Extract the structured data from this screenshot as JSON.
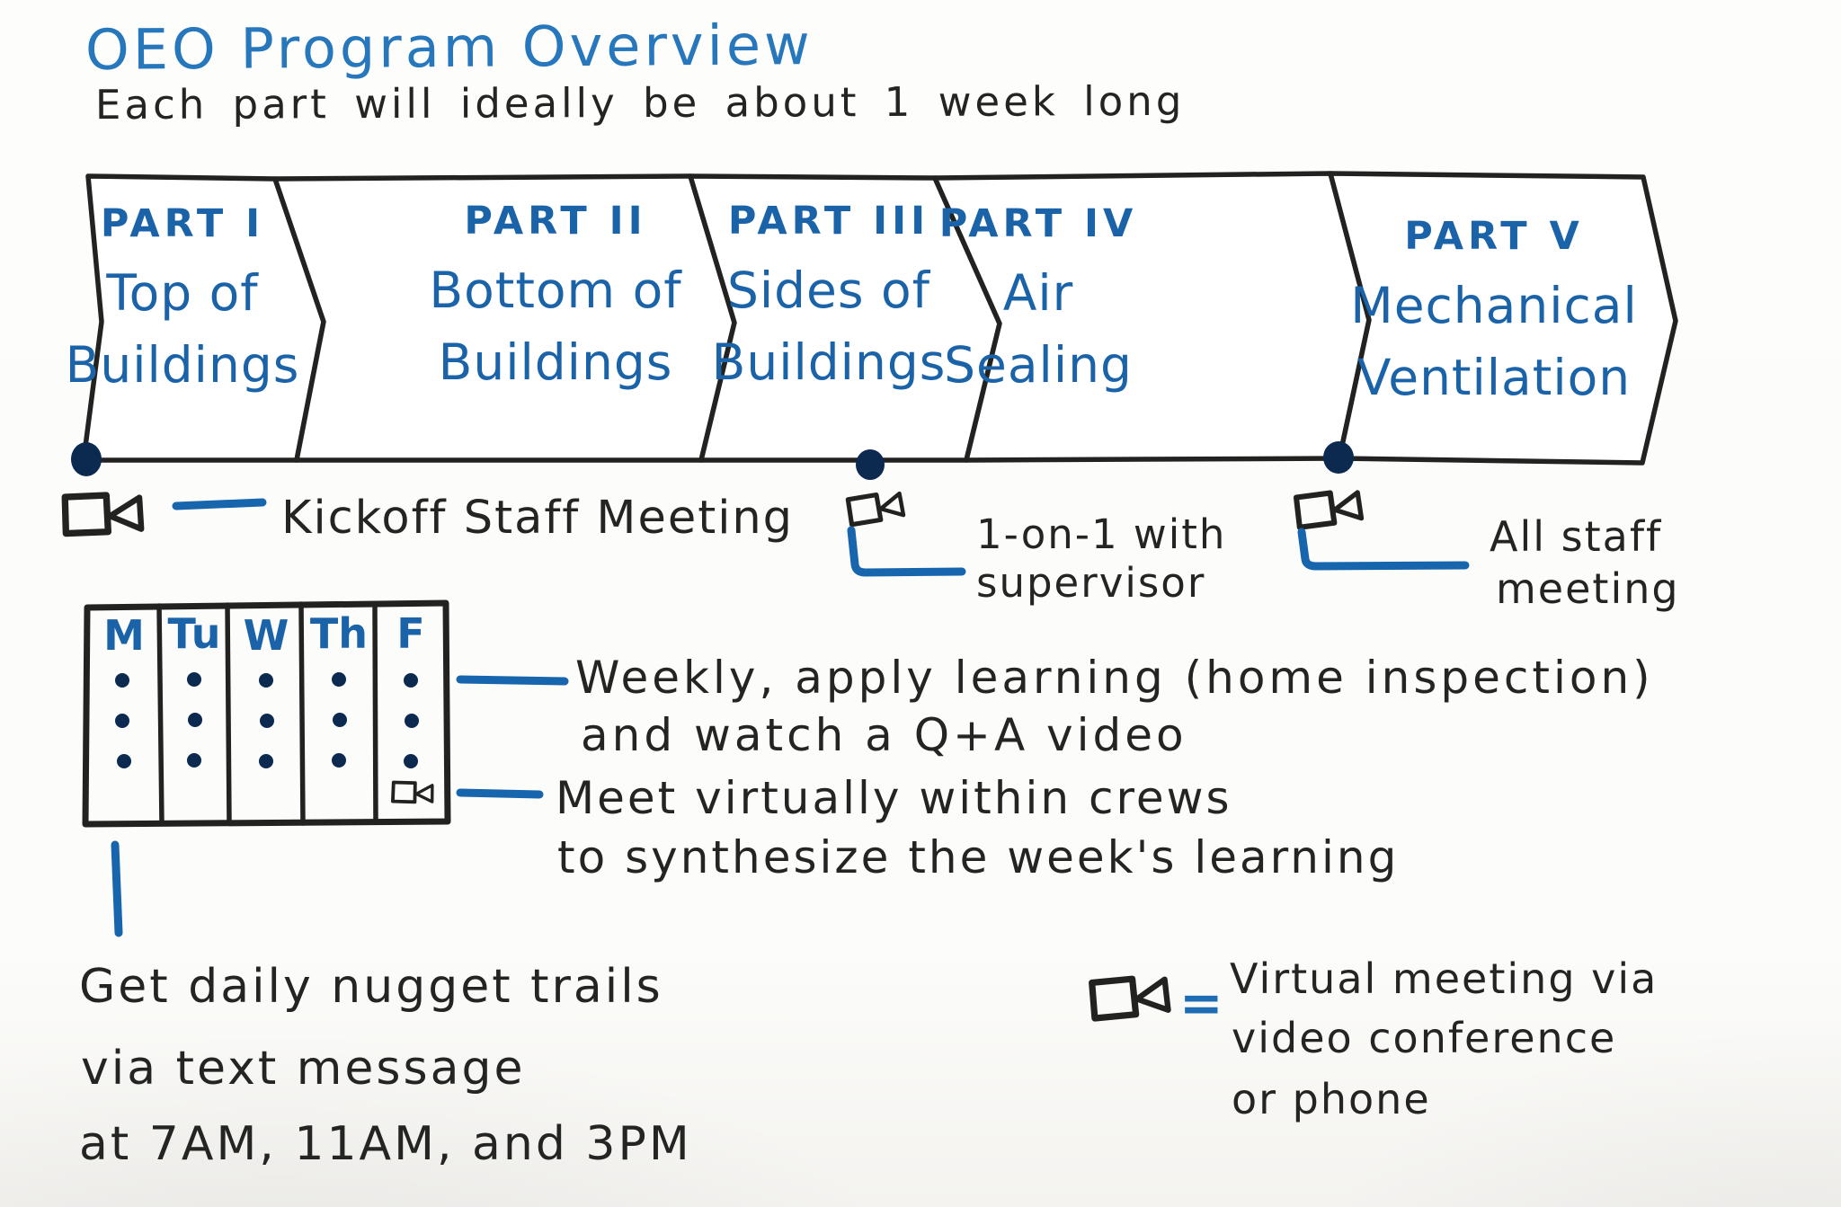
{
  "title": "OEO Program Overview",
  "subtitle": "Each part will ideally be about 1 week long",
  "colors": {
    "ink_blue": "#1e6cb3",
    "ink_black": "#222220",
    "timeline_dot_navy": "#0c2950",
    "connector_blue": "#1766ad",
    "paper": "#fdfdfc"
  },
  "banner": {
    "parts": [
      {
        "label": "PART I",
        "lines": [
          "Top of",
          "Buildings"
        ]
      },
      {
        "label": "PART II",
        "lines": [
          "Bottom of",
          "Buildings"
        ]
      },
      {
        "label": "PART III",
        "lines": [
          "Sides of",
          "Buildings"
        ]
      },
      {
        "label": "PART IV",
        "lines": [
          "Air",
          "Sealing"
        ]
      },
      {
        "label": "PART V",
        "lines": [
          "Mechanical",
          "Ventilation"
        ]
      }
    ]
  },
  "milestones": {
    "kickoff": {
      "icon": "video-camera-icon",
      "lines": [
        "Kickoff Staff Meeting"
      ]
    },
    "one_on_one": {
      "icon": "video-camera-icon",
      "lines": [
        "1-on-1 with",
        "supervisor"
      ]
    },
    "all_staff": {
      "icon": "video-camera-icon",
      "lines": [
        "All staff",
        "meeting"
      ]
    }
  },
  "week_grid": {
    "days": [
      "M",
      "Tu",
      "W",
      "Th",
      "F"
    ],
    "dots_per_day": 3,
    "friday_icon": "video-camera-icon"
  },
  "notes": {
    "weekly": {
      "lines": [
        "Weekly, apply learning (home inspection)",
        "and watch a Q+A video"
      ]
    },
    "crews": {
      "lines": [
        "Meet virtually within crews",
        "to synthesize the week's learning"
      ]
    },
    "daily": {
      "lines": [
        "Get daily nugget trails",
        "via text message",
        "at 7AM, 11AM, and 3PM"
      ]
    }
  },
  "legend": {
    "icon": "video-camera-icon",
    "equals": "=",
    "lines": [
      "Virtual meeting via",
      "video conference",
      "or phone"
    ]
  }
}
